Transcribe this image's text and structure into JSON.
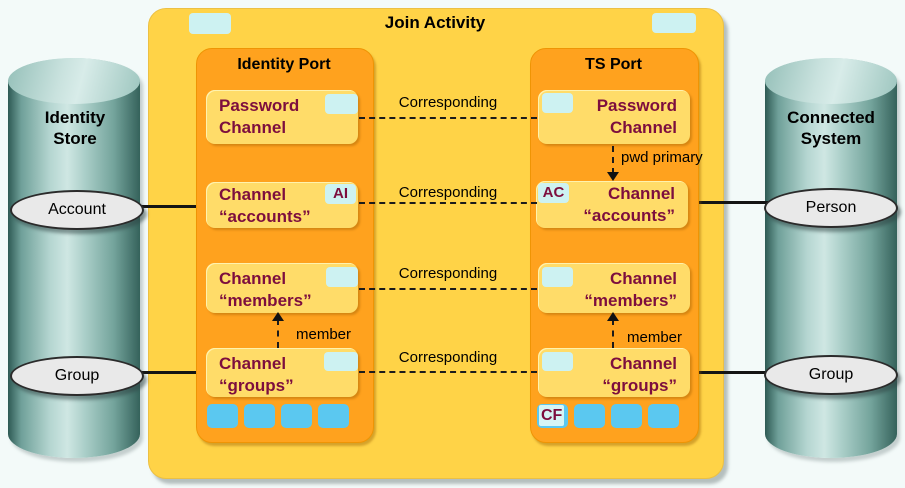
{
  "app": {
    "title": "Join Activity"
  },
  "colors": {
    "outer_bg": "#FFD347",
    "port_bg": "#FFA21E",
    "channel_bg": "#FFDC69",
    "cyan_chip": "#CDF2F2",
    "blue_chip": "#5BC8F0",
    "channel_text": "#7D0E3E",
    "cylinder_teal": "#8FB9B3"
  },
  "identity_store": {
    "label_line1": "Identity",
    "label_line2": "Store",
    "account": "Account",
    "group": "Group"
  },
  "connected_system": {
    "label_line1": "Connected",
    "label_line2": "System",
    "person": "Person",
    "group": "Group"
  },
  "identity_port": {
    "title": "Identity Port",
    "channels": {
      "password": {
        "line1": "Password",
        "line2": "Channel"
      },
      "accounts": {
        "line1": "Channel",
        "line2": "“accounts”",
        "badge": "AI"
      },
      "members": {
        "line1": "Channel",
        "line2": "“members”"
      },
      "groups": {
        "line1": "Channel",
        "line2": "“groups”"
      }
    }
  },
  "ts_port": {
    "title": "TS Port",
    "channels": {
      "password": {
        "line1": "Password",
        "line2": "Channel"
      },
      "accounts": {
        "line1": "Channel",
        "line2": "“accounts”",
        "badge": "AC"
      },
      "members": {
        "line1": "Channel",
        "line2": "“members”"
      },
      "groups": {
        "line1": "Channel",
        "line2": "“groups”"
      }
    },
    "cf_badge": "CF"
  },
  "connectors": {
    "corresponding_password": "Corresponding",
    "corresponding_accounts": "Corresponding",
    "corresponding_members": "Corresponding",
    "corresponding_groups": "Corresponding",
    "member_left": "member",
    "member_right": "member",
    "pwd_primary": "pwd primary"
  }
}
